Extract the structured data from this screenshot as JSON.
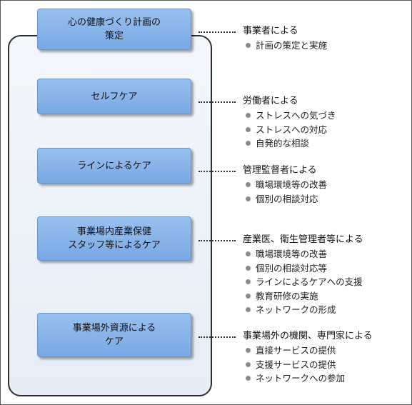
{
  "boxes": [
    {
      "id": "planning",
      "lines": [
        "心の健康づくり計画の",
        "策定"
      ]
    },
    {
      "id": "self-care",
      "lines": [
        "セルフケア"
      ]
    },
    {
      "id": "line-care",
      "lines": [
        "ラインによるケア"
      ]
    },
    {
      "id": "staff-care",
      "lines": [
        "事業場内産業保健",
        "スタッフ等によるケア"
      ]
    },
    {
      "id": "external-care",
      "lines": [
        "事業場外資源による",
        "ケア"
      ]
    }
  ],
  "groups": [
    {
      "id": "planning",
      "title": "事業者による",
      "items": [
        "計画の策定と実施"
      ]
    },
    {
      "id": "self-care",
      "title": "労働者による",
      "items": [
        "ストレスへの気づき",
        "ストレスへの対応",
        "自発的な相談"
      ]
    },
    {
      "id": "line-care",
      "title": "管理監督者による",
      "items": [
        "職場環境等の改善",
        "個別の相談対応"
      ]
    },
    {
      "id": "staff-care",
      "title": "産業医、衛生管理者等による",
      "items": [
        "職場環境等の改善",
        "個別の相談対応等",
        "ラインによるケアへの支援",
        "教育研修の実施",
        "ネットワークの形成"
      ]
    },
    {
      "id": "external-care",
      "title": "事業場外の機関、専門家による",
      "items": [
        "直接サービスの提供",
        "支援サービスの提供",
        "ネットワークへの参加"
      ]
    }
  ],
  "colors": {
    "box_fill": "#8ab4ea",
    "frame_border": "#2e2e2e",
    "bullet": "#8c8c8c"
  }
}
